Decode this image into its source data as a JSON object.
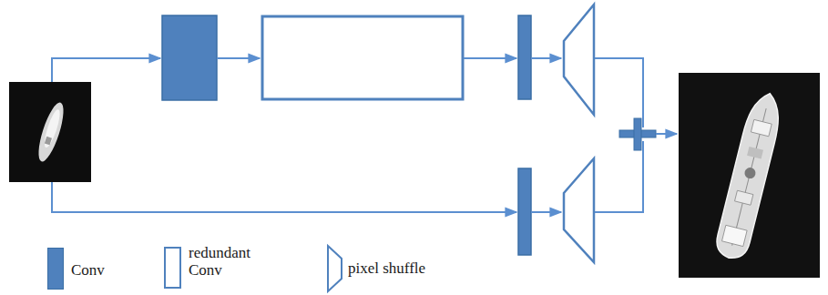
{
  "diagram": {
    "legend": [
      {
        "text": "Conv",
        "color": "#4f81bd"
      },
      {
        "text": "redundant Conv"
      },
      {
        "text": "pixel shuffle"
      }
    ]
  }
}
